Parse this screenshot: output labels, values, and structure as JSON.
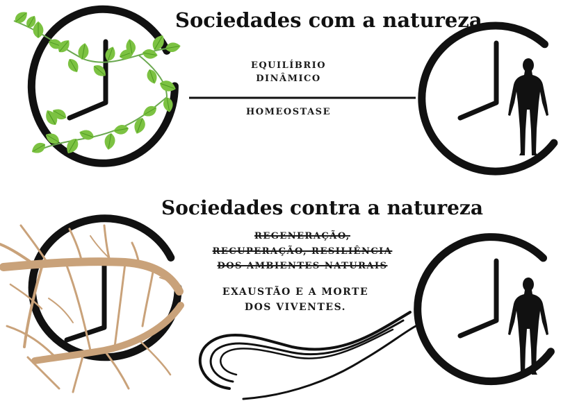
{
  "top": {
    "title": "Sociedades com a natureza",
    "labels": [
      "EQUILÍBRIO",
      "DINÂMICO",
      "HOMEOSTASE"
    ]
  },
  "bottom": {
    "title": "Sociedades contra a natureza",
    "struck_lines": [
      "REGENERAÇÃO,",
      "RECUPERAÇÃO, RESILIÊNCIA",
      "DOS AMBIENTES NATURAIS"
    ],
    "result_lines": [
      "EXAUSTÃO E A MORTE",
      "DOS VIVENTES."
    ]
  },
  "icons": [
    "clock-icon",
    "vine-leaves-icon",
    "dry-branch-icon",
    "human-silhouette-icon",
    "wave-lines-icon"
  ],
  "colors": {
    "ink": "#111111",
    "leaf": "#7cc242",
    "leaf_dark": "#4e9a22",
    "branch": "#c9a27a"
  }
}
